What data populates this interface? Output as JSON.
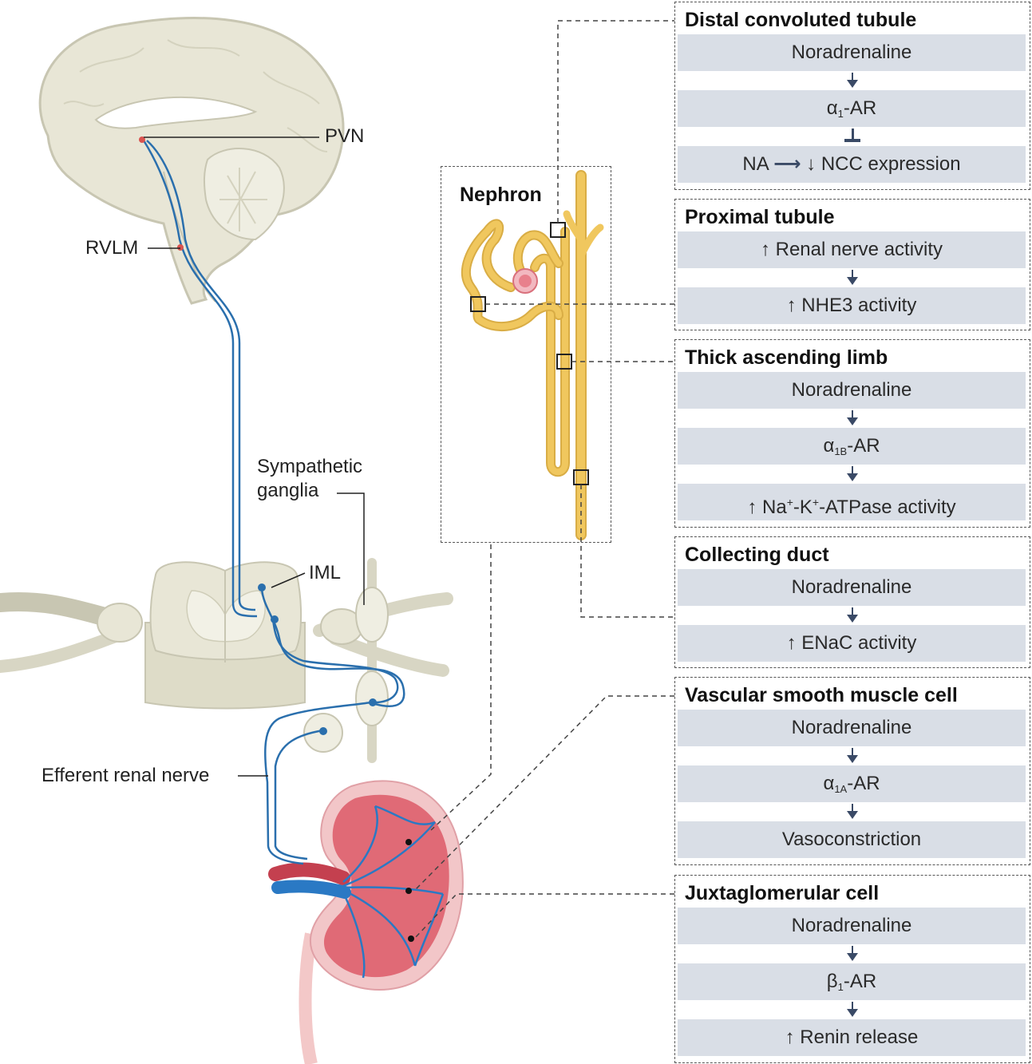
{
  "labels": {
    "pvn": "PVN",
    "rvlm": "RVLM",
    "sympathetic_ganglia_line1": "Sympathetic",
    "sympathetic_ganglia_line2": "ganglia",
    "iml": "IML",
    "efferent_renal_nerve": "Efferent renal nerve",
    "nephron": "Nephron"
  },
  "panels": {
    "dct": {
      "title": "Distal convoluted tubule",
      "step1": "Noradrenaline",
      "step2_sym": "α",
      "step2_sub": "1",
      "step2_rest": "-AR",
      "step3_a": "NA",
      "step3_b": "↓ NCC expression"
    },
    "pt": {
      "title": "Proximal tubule",
      "step1": "↑ Renal nerve activity",
      "step2": "↑ NHE3 activity"
    },
    "tal": {
      "title": "Thick ascending limb",
      "step1": "Noradrenaline",
      "step2_sym": "α",
      "step2_sub": "1B",
      "step2_rest": "-AR",
      "step3_a": "↑ Na",
      "step3_sup1": "+",
      "step3_b": "-K",
      "step3_sup2": "+",
      "step3_c": "-ATPase activity"
    },
    "cd": {
      "title": "Collecting duct",
      "step1": "Noradrenaline",
      "step2": "↑ ENaC activity"
    },
    "vsmc": {
      "title": "Vascular smooth muscle cell",
      "step1": "Noradrenaline",
      "step2_sym": "α",
      "step2_sub": "1A",
      "step2_rest": "-AR",
      "step3": "Vasoconstriction"
    },
    "jg": {
      "title": "Juxtaglomerular cell",
      "step1": "Noradrenaline",
      "step2_sym": "β",
      "step2_sub": "1",
      "step2_rest": "-AR",
      "step3": "↑ Renin release"
    }
  },
  "colors": {
    "nerve": "#2a6fad",
    "nucleus": "#d9534f",
    "tissue": "#e8e6d6",
    "tissue_stroke": "#c8c6b2",
    "tubule": "#f0c75e",
    "kidney": "#e8707a",
    "kidney_dark": "#c4404f",
    "flow_box": "#d9dee6"
  }
}
